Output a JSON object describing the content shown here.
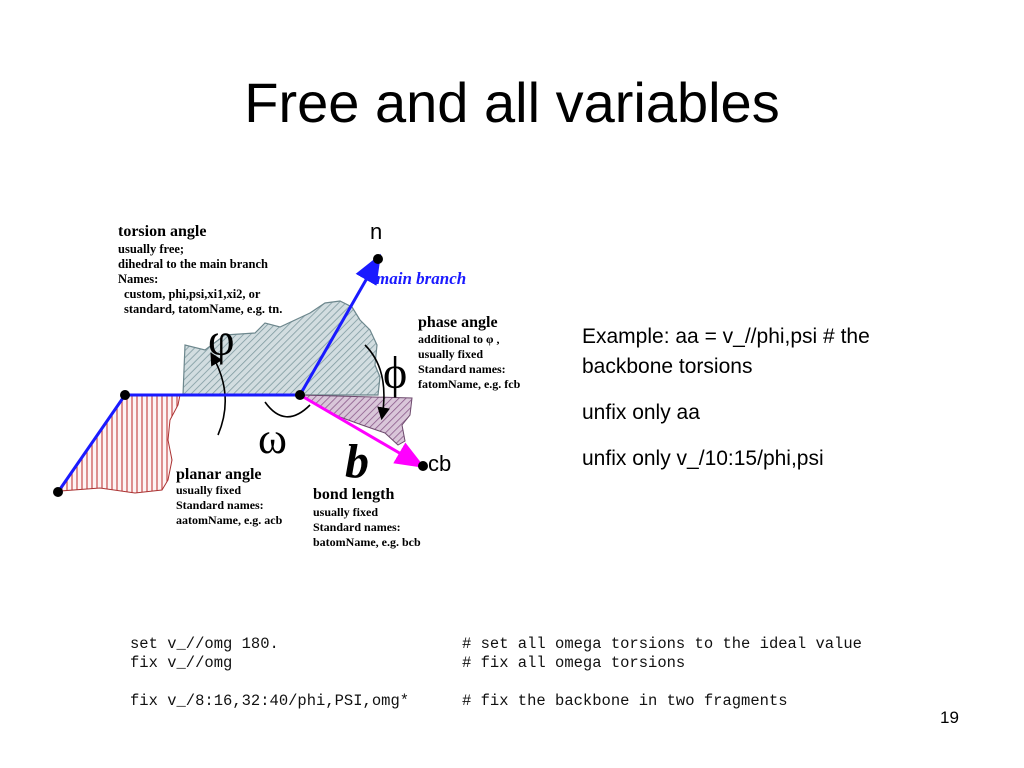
{
  "slide": {
    "title": "Free and all variables",
    "page_number": "19"
  },
  "diagram": {
    "atom_n": "n",
    "atom_cb": "cb",
    "main_branch": "main branch",
    "phi_symbol": "φ",
    "phase_symbol": "ϕ",
    "omega_symbol": "ω",
    "b_symbol": "b",
    "torsion": {
      "title": "torsion angle",
      "lines": [
        "usually free;",
        "dihedral to the main branch",
        "Names:",
        "custom, phi,psi,xi1,xi2, or",
        "standard, tatomName, e.g. tn."
      ]
    },
    "phase": {
      "title": "phase angle",
      "lines": [
        "additional to φ ,",
        "usually fixed",
        "Standard names:",
        "fatomName, e.g. fcb"
      ]
    },
    "planar": {
      "title": "planar angle",
      "lines": [
        "usually fixed",
        "Standard names:",
        "aatomName, e.g. acb"
      ]
    },
    "bond": {
      "title": "bond length",
      "lines": [
        "usually fixed",
        "Standard names:",
        "batomName, e.g. bcb"
      ]
    }
  },
  "example": {
    "lines": [
      "Example: aa = v_//phi,psi # the backbone torsions",
      "unfix only aa",
      "unfix only v_/10:15/phi,psi"
    ]
  },
  "code": [
    {
      "cmd": "set v_//omg 180.",
      "comment": "# set all omega torsions to the ideal value"
    },
    {
      "cmd": "fix v_//omg",
      "comment": "# fix all omega torsions"
    },
    {
      "cmd": "",
      "comment": ""
    },
    {
      "cmd": "fix v_/8:16,32:40/phi,PSI,omg*",
      "comment": "# fix the backbone in two fragments"
    }
  ],
  "colors": {
    "bond_blue": "#1a1aff",
    "bond_magenta": "#ff00ff",
    "torsion_fill": "#b7c8cc",
    "planar_hatch": "#c84b4b",
    "bond_hatch": "#8b5a8b"
  }
}
